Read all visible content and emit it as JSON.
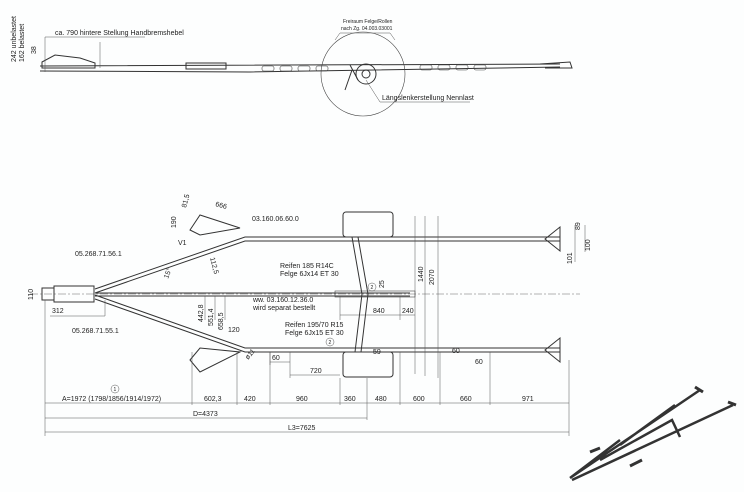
{
  "side_view": {
    "height_unloaded": "242 unbelastet",
    "height_loaded": "162 belastet",
    "dim_38": "38",
    "handbrake_note": "ca. 790 hintere Stellung Handbremshebel",
    "clearance_note_1": "Freiraum Felge/Rollen",
    "clearance_note_2": "nach Zg. 04.003.03001",
    "axle_note": "Längslenkerstellung Nennlast"
  },
  "plan_view": {
    "drawbar_upper_part": "05.268.71.56.1",
    "drawbar_lower_part": "05.268.71.55.1",
    "v1": "V1",
    "bow_support_part": "03.160.06.60.0",
    "dim_666": "666",
    "dim_81_5": "81,5",
    "dim_190": "190",
    "dim_112_5": "112,5",
    "angle_15": "15°",
    "dim_110": "110",
    "dim_312": "312",
    "dim_442_8": "442,8",
    "dim_551_4": "551,4",
    "dim_658_5": "658,5",
    "dim_120": "120",
    "dim_d11": "ø11",
    "tyre_1": "Reifen 185 R14C",
    "rim_1": "Felge 6Jx14 ET 30",
    "option_part": "ww. 03.160.12.36.0",
    "option_note": "wird separat bestellt",
    "tyre_2": "Reifen 195/70 R15",
    "rim_2": "Felge 6Jx15 ET 30",
    "dim_25": "25",
    "dim_840": "840",
    "dim_240": "240",
    "dim_1440": "1440",
    "dim_2070": "2070",
    "dim_59": "59",
    "dim_60a": "60",
    "dim_720": "720",
    "dim_60b": "60",
    "dim_60c": "60",
    "dim_89": "89",
    "dim_100": "100",
    "dim_101": "101",
    "marker_2": "2",
    "marker_1": "1"
  },
  "length_dims": {
    "a": "A=1972 (1798/1856/1914/1972)",
    "segments": [
      "602,3",
      "420",
      "960",
      "360",
      "480",
      "600",
      "660",
      "971"
    ],
    "d": "D=4373",
    "l3": "L3=7625"
  }
}
